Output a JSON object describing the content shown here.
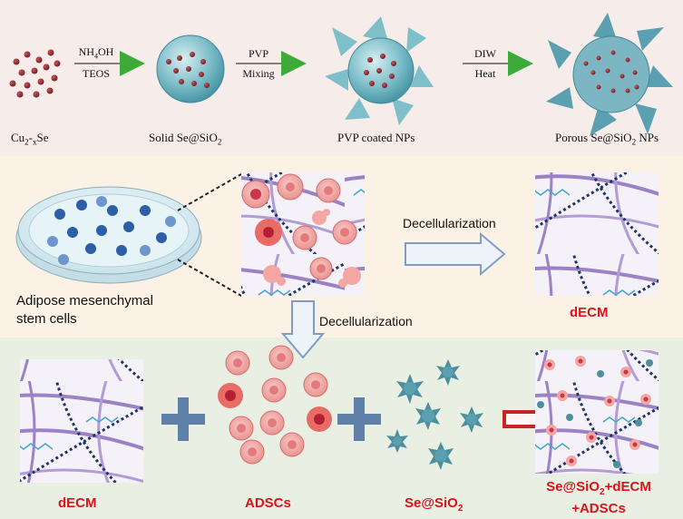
{
  "synthesis": {
    "steps": [
      {
        "label_main": "Cu",
        "sub1": "2",
        "mid": "-",
        "sub2": "x",
        "label_tail": "Se"
      },
      {
        "label_main": "Solid Se@SiO",
        "sub1": "2"
      },
      {
        "label_main": "PVP coated NPs"
      },
      {
        "label_main": "Porous Se@SiO",
        "sub1": "2",
        "label_tail": " NPs"
      }
    ],
    "arrows": [
      {
        "top": "NH",
        "top_sub": "4",
        "top_tail": "OH",
        "bottom": "TEOS"
      },
      {
        "top": "PVP",
        "bottom": "Mixing"
      },
      {
        "top": "DIW",
        "bottom": "Heat"
      }
    ]
  },
  "cells": {
    "source_label_line1": "Adipose mesenchymal",
    "source_label_line2": "stem cells",
    "process_right": "Decellularization",
    "process_down": "Decellularization",
    "dECM_label": "dECM"
  },
  "assembly": {
    "dECM_label": "dECM",
    "adscs_label": "ADSCs",
    "np_label_main": "Se@SiO",
    "np_label_sub": "2",
    "result_line1_a": "Se@SiO",
    "result_line1_sub": "2",
    "result_line1_b": "+dECM",
    "result_line2": "+ADSCs"
  },
  "colors": {
    "arrow_green": "#3daa3a",
    "accent_red": "#d8141a",
    "plus_blue": "#5f80a8",
    "hollow_arrow_blue": "#7e9cc8",
    "red_arrow": "#c8251f"
  }
}
